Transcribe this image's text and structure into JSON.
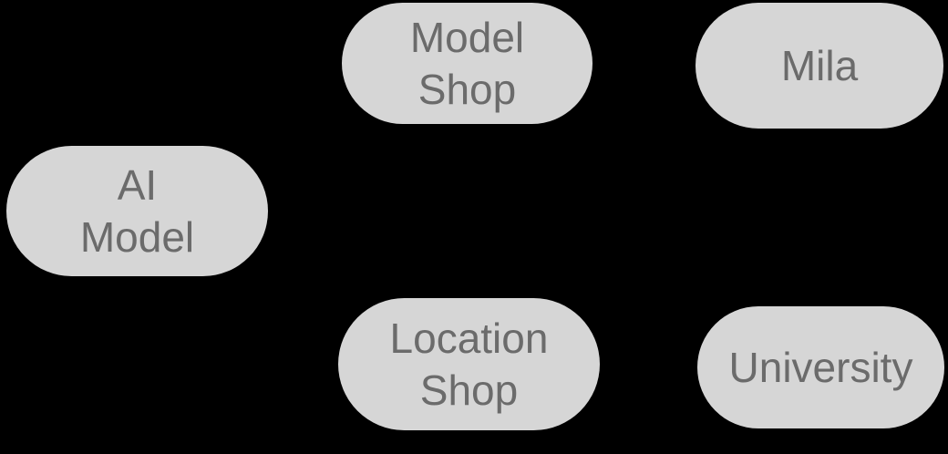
{
  "diagram": {
    "background_color": "#000000",
    "node_fill_color": "#d6d6d6",
    "node_text_color": "#6b6b6b",
    "edges": [],
    "nodes": [
      {
        "id": "model-shop",
        "label": "Model\nShop"
      },
      {
        "id": "mila",
        "label": "Mila"
      },
      {
        "id": "ai-model",
        "label": "AI\nModel"
      },
      {
        "id": "location-shop",
        "label": "Location\nShop"
      },
      {
        "id": "university",
        "label": "University"
      }
    ]
  }
}
